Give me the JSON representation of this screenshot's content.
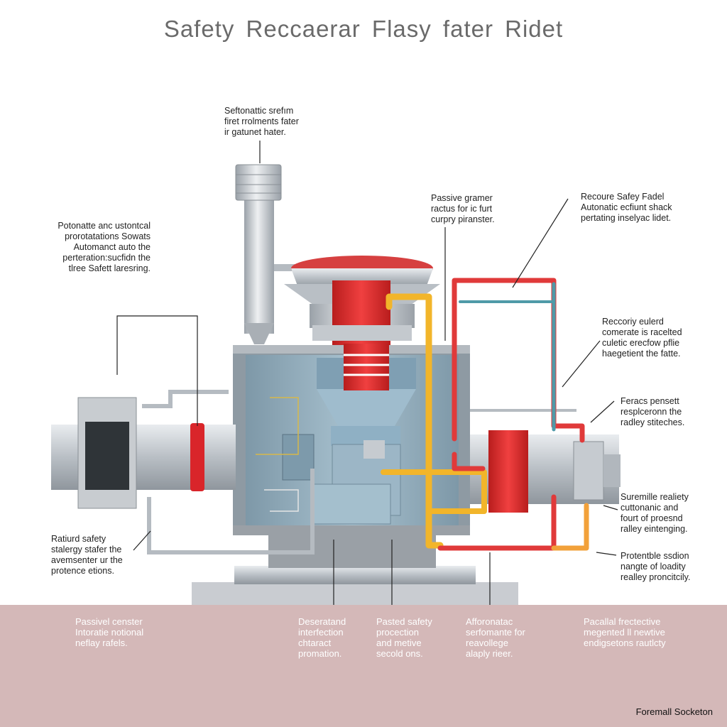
{
  "title": "Safety Reccaerar Flasy fater Ridet",
  "labels": {
    "top_center": [
      "Seftonattic srefım",
      "firet rrolments fater",
      "ir gatunet hater."
    ],
    "upper_left": [
      "Potonatte anc ustontcal",
      "prorotatations Sowats",
      "Automanct auto the",
      "perteration:sucfidn the",
      "tlree Safett laresring."
    ],
    "passive_center": [
      "Passive gramer",
      "ractus for ic furt",
      "curpry piranster."
    ],
    "top_right": [
      "Recoure Safey Fadel",
      "Autonatic ecfiunt shack",
      "pertating inselyac lidet."
    ],
    "mid_right": [
      "Reccoriy eulerd",
      "comerate is racelted",
      "culetic erecfow pflie",
      "haegetient the fatte."
    ],
    "right_2": [
      "Feracs pensett",
      "resplceronn the",
      "radley stiteches."
    ],
    "right_3": [
      "Suremille realiety",
      "cuttonanic and",
      "fourt of proesnd",
      "ralley eintenging."
    ],
    "right_4": [
      "Protentble ssdion",
      "nangte of loadity",
      "realley proncitcily."
    ],
    "lower_left": [
      "Ratiurd safety",
      "stalergy stafer the",
      "avemsenter ur the",
      "protence etions."
    ]
  },
  "bottom_labels": [
    [
      "Passivel censter",
      "Intoratie notional",
      "neflay rafels."
    ],
    [
      "Deseratand",
      "interfection",
      "chtaract",
      "promation."
    ],
    [
      "Pasted safety",
      "procection",
      "and metive",
      "secold ons."
    ],
    [
      "Afforonatac",
      "serfomante for",
      "reavollege",
      "alaply rieer."
    ],
    [
      "Pacallal frectective",
      "megented ll newtive",
      "endigsetons rautlcty"
    ]
  ],
  "footer": "Foremall Socketon",
  "colors": {
    "vessel": "#8fa8b6",
    "vessel_inner": "#a8c2d0",
    "steel": "#c8ccd0",
    "red": "#e02a2a",
    "yellow": "#f2b52a",
    "teal": "#4f9aa8",
    "band": "#d4b8b8"
  }
}
